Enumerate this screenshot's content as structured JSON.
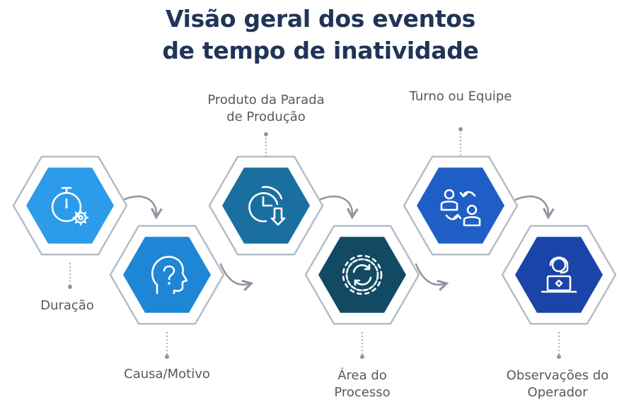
{
  "title": {
    "line1": "Visão geral dos eventos",
    "line2": "de tempo de inatividade"
  },
  "steps": [
    {
      "label_lines": [
        "Duração"
      ],
      "icon": "stopwatch-gear-icon",
      "color": "#2b9bea"
    },
    {
      "label_lines": [
        "Causa/Motivo"
      ],
      "icon": "head-question-icon",
      "color": "#1f86d6"
    },
    {
      "label_lines": [
        "Produto da Parada",
        "de Produção"
      ],
      "icon": "clock-down-arrow-icon",
      "color": "#1a6fa0"
    },
    {
      "label_lines": [
        "Área do",
        "Processo"
      ],
      "icon": "gear-cycle-icon",
      "color": "#124a63"
    },
    {
      "label_lines": [
        "Turno ou Equipe"
      ],
      "icon": "users-swap-icon",
      "color": "#1e5ec6"
    },
    {
      "label_lines": [
        "Observações do",
        "Operador"
      ],
      "icon": "operator-headset-icon",
      "color": "#1a44a8"
    }
  ],
  "colors": {
    "title": "#1f3557",
    "label": "#555a60",
    "outline": "#b4bcc6",
    "connector": "#8d96a0"
  }
}
